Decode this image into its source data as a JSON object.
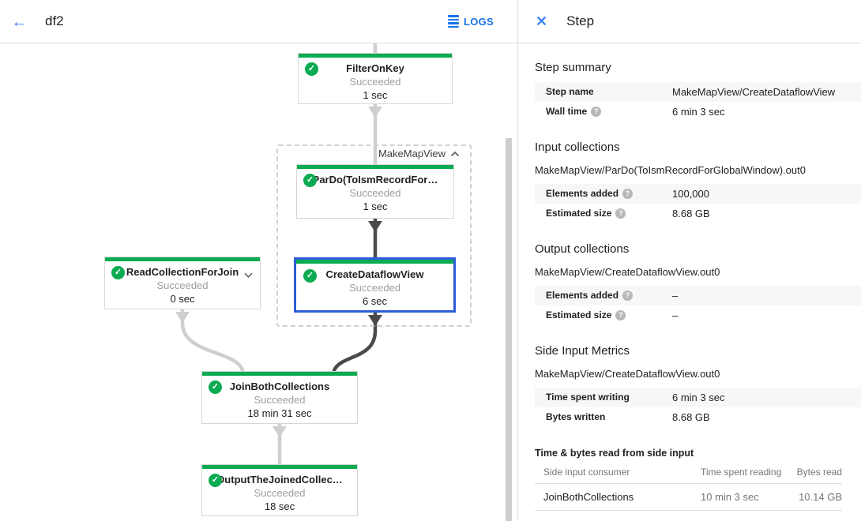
{
  "topbar": {
    "title": "df2",
    "logs_label": "LOGS"
  },
  "icons": {
    "back": "←",
    "close": "✕",
    "check": "✓",
    "help": "?"
  },
  "colors": {
    "success_green": "#0cab51",
    "accent_blue": "#4285f4",
    "selected_node_border": "#2b5dd8",
    "edge_dark": "#4a4a4a",
    "edge_light": "#cfcfcf"
  },
  "graph": {
    "group_label": "MakeMapView",
    "nodes": [
      {
        "title": "FilterOnKey",
        "status": "Succeeded",
        "time": "1 sec"
      },
      {
        "title": "ParDo(ToIsmRecordFor…",
        "status": "Succeeded",
        "time": "1 sec"
      },
      {
        "title": "CreateDataflowView",
        "status": "Succeeded",
        "time": "6 sec"
      },
      {
        "title": "ReadCollectionForJoin",
        "status": "Succeeded",
        "time": "0 sec"
      },
      {
        "title": "JoinBothCollections",
        "status": "Succeeded",
        "time": "18 min 31 sec"
      },
      {
        "title": "OutputTheJoinedCollec…",
        "status": "Succeeded",
        "time": "18 sec"
      }
    ]
  },
  "panel": {
    "title": "Step",
    "step_summary": {
      "heading": "Step summary",
      "rows": [
        {
          "label": "Step name",
          "value": "MakeMapView/CreateDataflowView"
        },
        {
          "label": "Wall time",
          "value": "6 min 3 sec"
        }
      ]
    },
    "input_collections": {
      "heading": "Input collections",
      "subtitle": "MakeMapView/ParDo(ToIsmRecordForGlobalWindow).out0",
      "rows": [
        {
          "label": "Elements added",
          "value": "100,000"
        },
        {
          "label": "Estimated size",
          "value": "8.68 GB"
        }
      ]
    },
    "output_collections": {
      "heading": "Output collections",
      "subtitle": "MakeMapView/CreateDataflowView.out0",
      "rows": [
        {
          "label": "Elements added",
          "value": "–"
        },
        {
          "label": "Estimated size",
          "value": "–"
        }
      ]
    },
    "side_input_metrics": {
      "heading": "Side Input Metrics",
      "subtitle": "MakeMapView/CreateDataflowView.out0",
      "rows": [
        {
          "label": "Time spent writing",
          "value": "6 min 3 sec"
        },
        {
          "label": "Bytes written",
          "value": "8.68 GB"
        }
      ]
    },
    "side_input_table": {
      "heading": "Time & bytes read from side input",
      "columns": [
        "Side input consumer",
        "Time spent reading",
        "Bytes read"
      ],
      "rows": [
        [
          "JoinBothCollections",
          "10 min 3 sec",
          "10.14 GB"
        ]
      ]
    }
  }
}
